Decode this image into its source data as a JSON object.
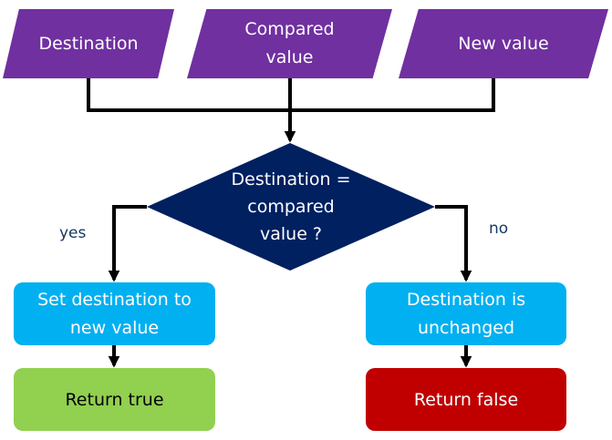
{
  "inputs": {
    "destination": "Destination",
    "compared_value": "Compared\nvalue",
    "new_value": "New value"
  },
  "decision": {
    "question": "Destination =\ncompared\nvalue ?"
  },
  "branches": {
    "yes": "yes",
    "no": "no"
  },
  "process": {
    "set_destination": "Set destination to\nnew value",
    "unchanged": "Destination is\nunchanged"
  },
  "terminals": {
    "return_true": "Return true",
    "return_false": "Return false"
  },
  "colors": {
    "input": "#7030a0",
    "decision": "#002060",
    "process": "#00b0f0",
    "terminal_true": "#92d050",
    "terminal_false": "#c00000",
    "connector": "#000000",
    "branch_label": "#17375e"
  }
}
